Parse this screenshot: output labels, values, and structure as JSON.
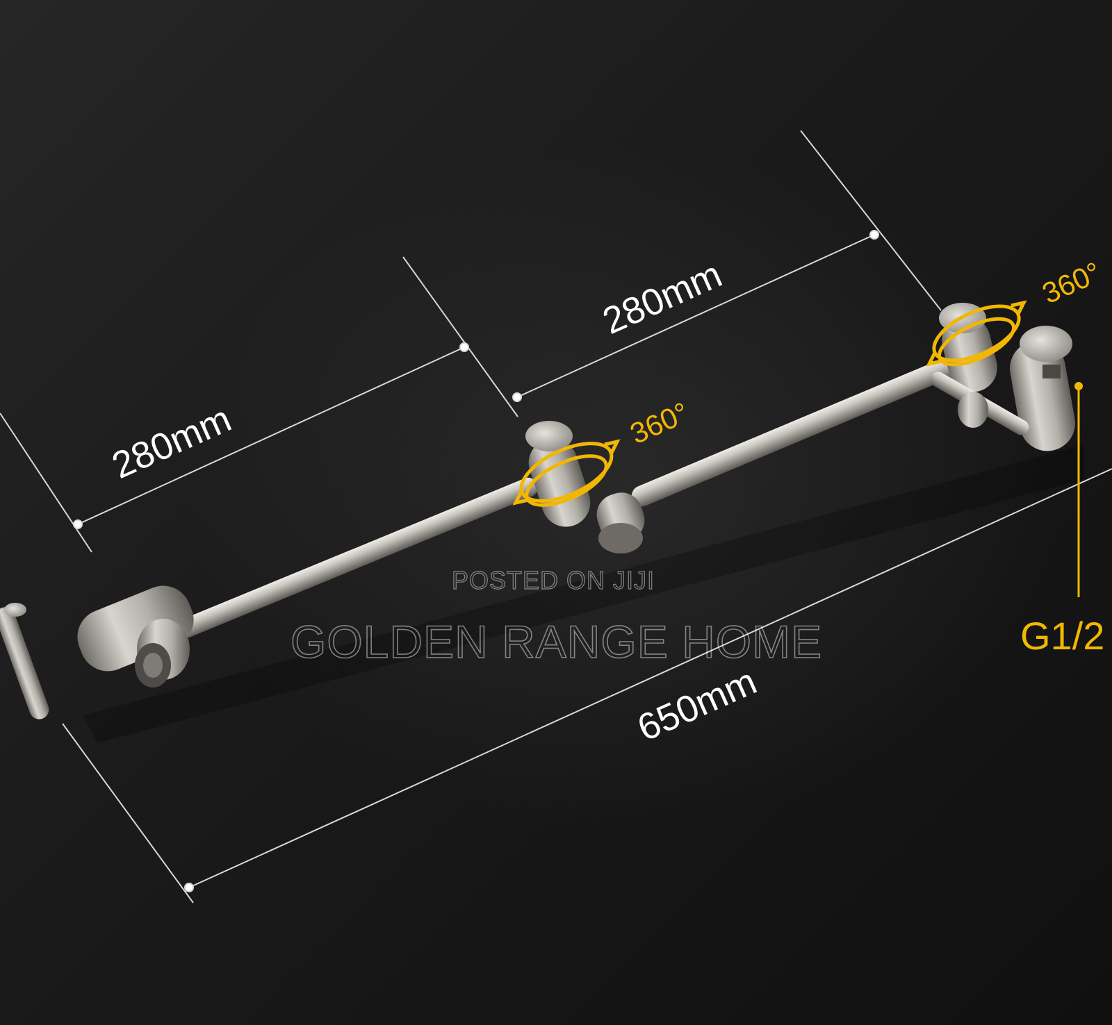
{
  "dimensions": {
    "segment_left": "280mm",
    "segment_right": "280mm",
    "total_length": "650mm"
  },
  "rotation": {
    "middle_joint": "360°",
    "end_joint": "360°"
  },
  "thread_size": "G1/2",
  "watermark": {
    "small": "POSTED ON JIJI",
    "large": "GOLDEN RANGE HOME"
  },
  "colors": {
    "background": "#181818",
    "steel": "#b9b6b1",
    "dimension_line": "#d8d8d8",
    "accent_gold": "#f2b705",
    "text": "#ffffff"
  }
}
